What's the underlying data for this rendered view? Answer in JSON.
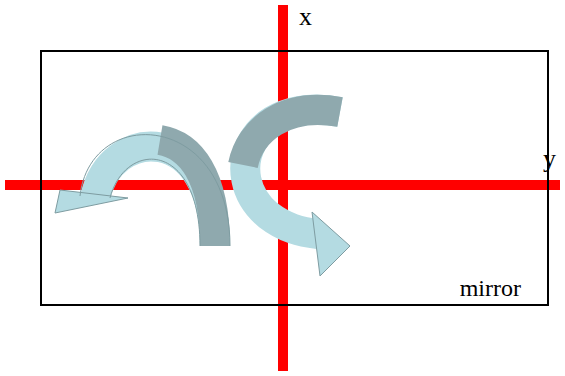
{
  "diagram": {
    "nodes": [
      {
        "text": [
          "mirror"
        ]
      }
    ],
    "labels": [
      "x",
      "y"
    ]
  }
}
